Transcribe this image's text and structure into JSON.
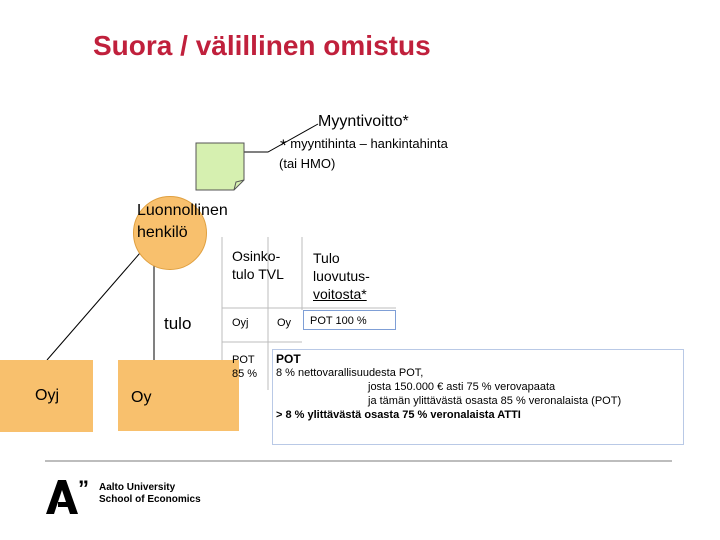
{
  "slide": {
    "title": "Suora / välillinen omistus"
  },
  "diagram": {
    "sale_gain": "Myyntivoitto*",
    "note_star": "*",
    "note_line1": "myyntihinta – hankintahinta",
    "note_line2": "(tai HMO)",
    "person_line1": "Luonnollinen",
    "person_line2": "henkilö",
    "income_label": "tulo",
    "box_oyj": "Oyj",
    "box_oy": "Oy",
    "col_dividend_line1": "Osinko-",
    "col_dividend_line2": "tulo TVL",
    "col_sale_line1": "Tulo",
    "col_sale_line2": "luovutus-",
    "col_sale_line3": "voitosta*",
    "cell_oyj": "Oyj",
    "cell_oy": "Oy",
    "cell_pot100": "POT 100 %",
    "cell_pot85_line1": "POT",
    "cell_pot85_line2": "85 %",
    "pot_heading": "POT",
    "pot_line1": "8 % nettovarallisuudesta POT,",
    "pot_line2": "josta 150.000 € asti 75 % verovapaata",
    "pot_line3": "ja tämän ylittävästä osasta 85 % veronalaista (POT)",
    "pot_line4": "> 8 % ylittävästä osasta 75 % veronalaista ATTI"
  },
  "footer": {
    "logo_line1": "Aalto University",
    "logo_line2": "School of Economics"
  },
  "colors": {
    "title": "#c0203c",
    "box_fill": "#f8c06d",
    "document_fill": "#d6f0b0"
  }
}
